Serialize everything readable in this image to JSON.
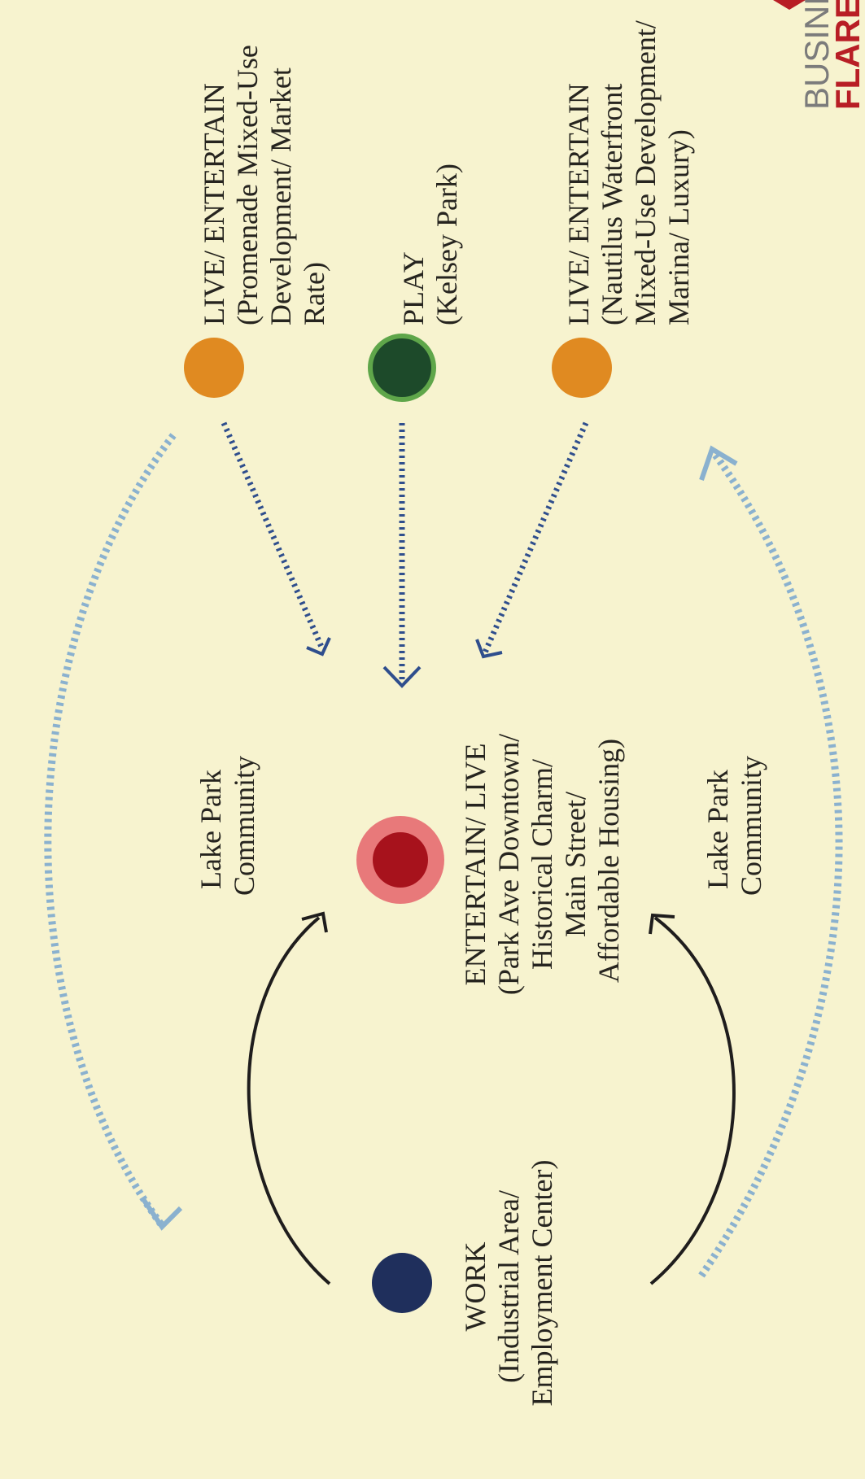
{
  "colors": {
    "background": "#f7f3cf",
    "orange": "#e08a21",
    "green": "#1d4a2a",
    "green_ring": "#5fa64a",
    "red_core": "#a7121c",
    "red_halo": "#e8797a",
    "navy": "#1f2f5c",
    "dotted_arrow": "#2f4e8d",
    "light_blue": "#8ab1cf",
    "curve": "#1f1d1d",
    "logo_gray": "#7b7b7b",
    "logo_red": "#b81e25"
  },
  "nodes": {
    "promenade": {
      "icon": "orange-circle",
      "lines": [
        "LIVE/ ENTERTAIN",
        "(Promenade Mixed-Use",
        "Development/ Market",
        "Rate)"
      ]
    },
    "kelsey": {
      "icon": "green-circle",
      "lines": [
        "PLAY",
        "(Kelsey Park)"
      ]
    },
    "nautilus": {
      "icon": "orange-circle",
      "lines": [
        "LIVE/ ENTERTAIN",
        "(Nautilus Waterfront",
        "Mixed-Use Development/",
        "Marina/ Luxury)"
      ]
    },
    "downtown": {
      "icon": "red-target-circle",
      "lines": [
        "ENTERTAIN/ LIVE",
        "(Park Ave Downtown/",
        "Historical Charm/",
        "Main Street/",
        "Affordable Housing)"
      ]
    },
    "work": {
      "icon": "navy-circle",
      "lines": [
        "WORK",
        "(Industrial Area/",
        "Employment Center)"
      ]
    }
  },
  "community_labels": [
    [
      "Lake Park",
      "Community"
    ],
    [
      "Lake Park",
      "Community"
    ]
  ],
  "logo": {
    "line1": "BUSINES",
    "line2": "FLARE"
  }
}
